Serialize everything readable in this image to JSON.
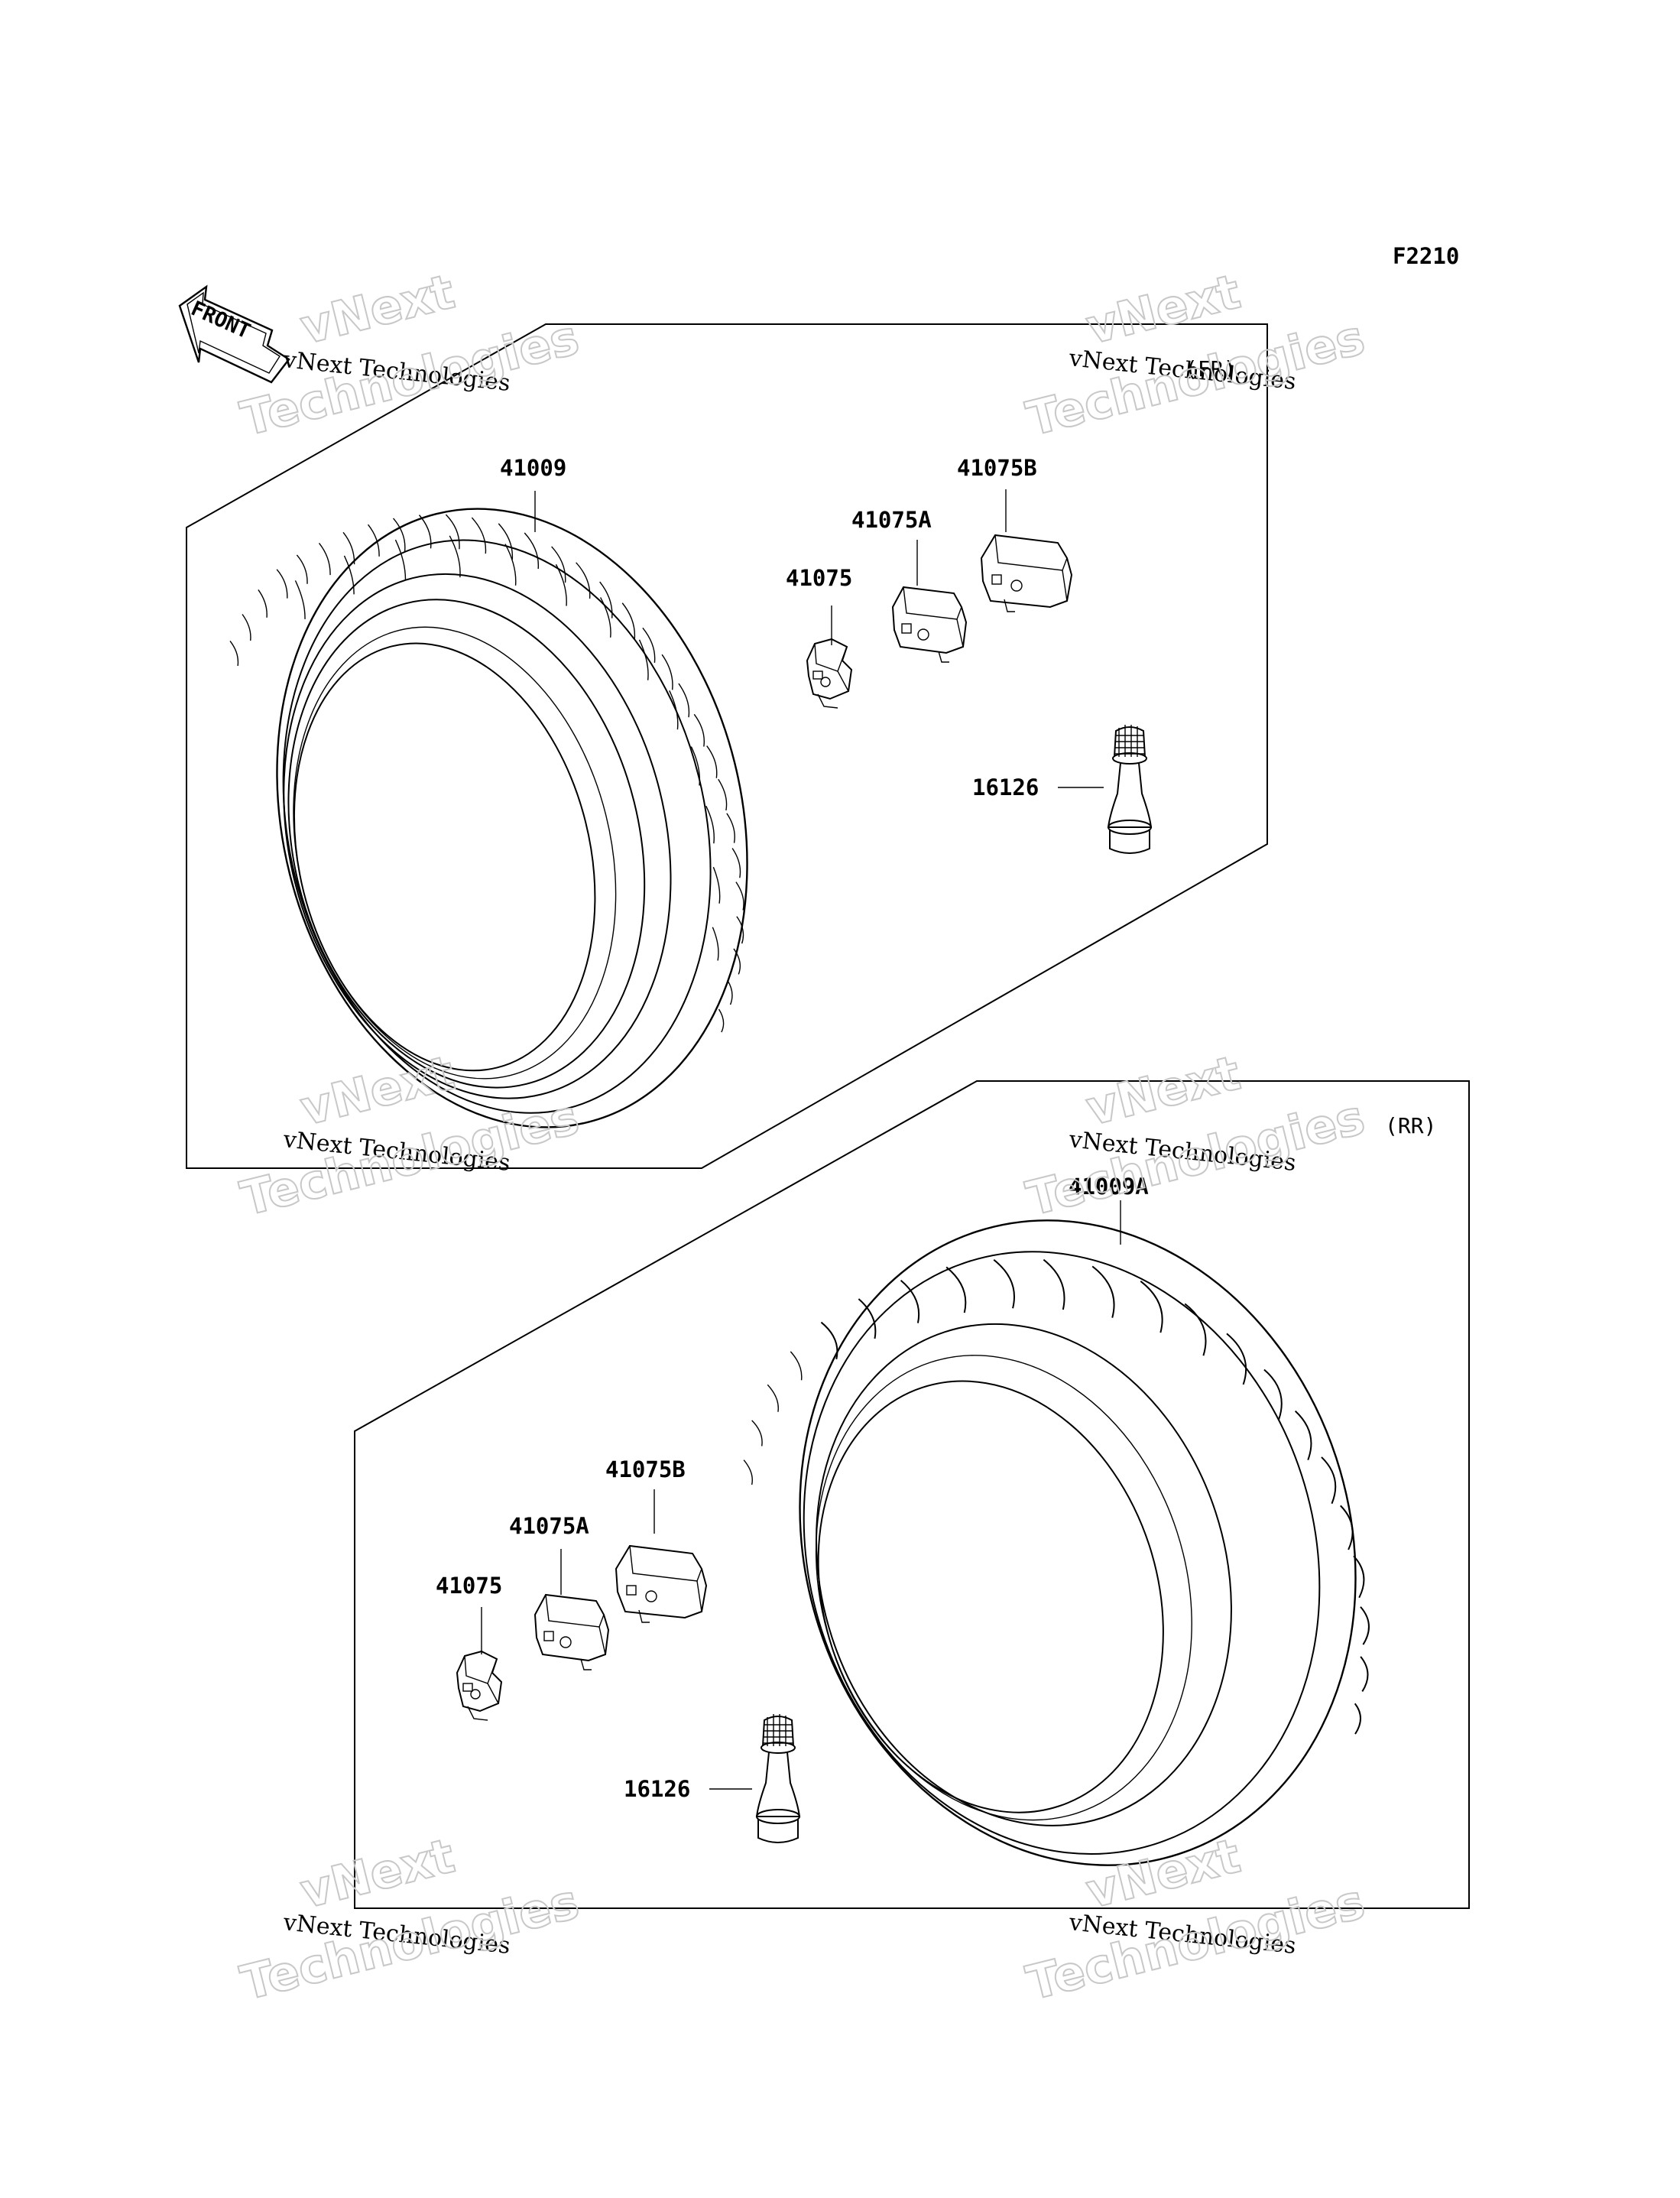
{
  "diagram_code": "F2210",
  "direction_label": "FRONT",
  "front_section": {
    "tag": "(FR)"
  },
  "rear_section": {
    "tag": "(RR)"
  },
  "part_labels": {
    "front_tire": "41009",
    "front_weight": "41075",
    "front_weight_a": "41075A",
    "front_weight_b": "41075B",
    "front_valve": "16126",
    "rear_tire": "41009A",
    "rear_weight": "41075",
    "rear_weight_a": "41075A",
    "rear_weight_b": "41075B",
    "rear_valve": "16126"
  },
  "watermark": {
    "line_small": "vNext Technologies",
    "line_big_1": "vNext",
    "line_big_2": "Technologies"
  }
}
